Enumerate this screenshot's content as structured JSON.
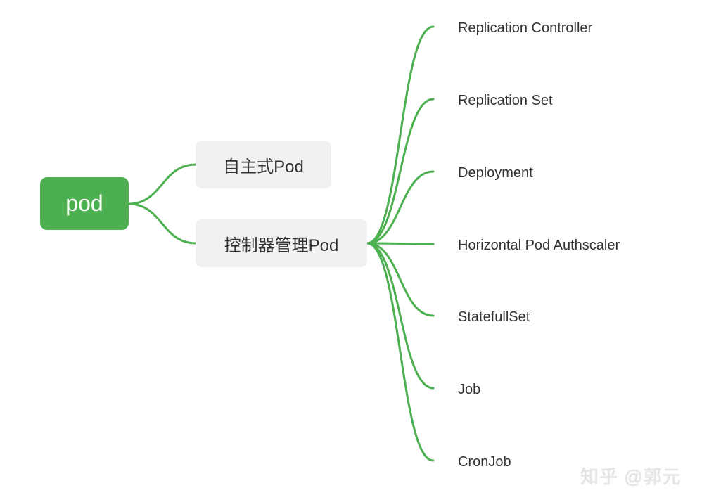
{
  "diagram": {
    "type": "mind-map",
    "line_color": "#4caf50",
    "root": {
      "label": "pod",
      "color": "#4caf50"
    },
    "branches": [
      {
        "label": "自主式Pod",
        "children": []
      },
      {
        "label": "控制器管理Pod",
        "children": [
          "Replication Controller",
          "Replication Set",
          "Deployment",
          "Horizontal Pod Authscaler",
          "StatefullSet",
          "Job",
          "CronJob"
        ]
      }
    ]
  },
  "watermark": "知乎 @郭元"
}
